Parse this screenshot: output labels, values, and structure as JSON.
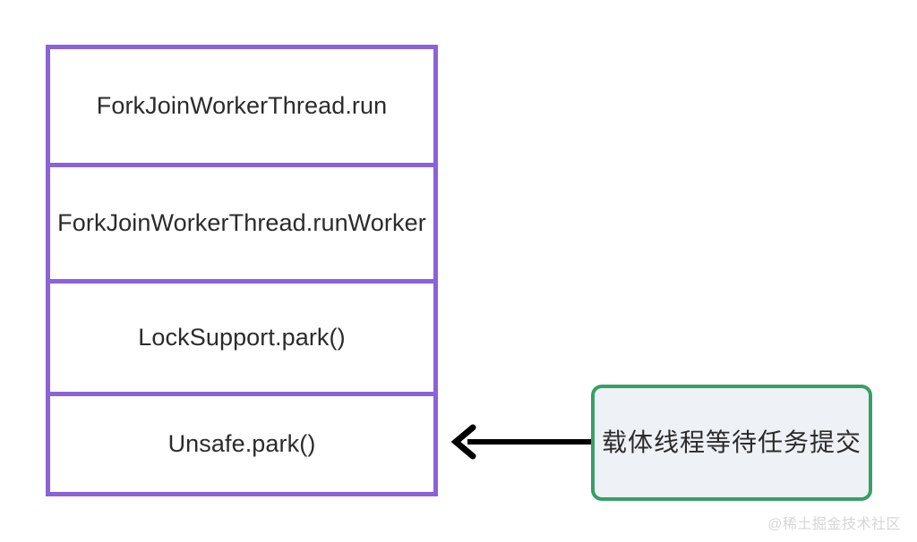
{
  "diagram": {
    "title": "ForkJoinWorkerThread park stack",
    "colors": {
      "stack_border": "#8b62d9",
      "stack_fill": "#ffffff",
      "callout_border": "#36a065",
      "callout_fill": "#eef1f6",
      "arrow": "#000000",
      "text": "#2b2b2b",
      "background": "#ffffff",
      "watermark": "#d6d6d6"
    },
    "stack": {
      "name": "call-stack",
      "frames": [
        {
          "label": "ForkJoinWorkerThread.run"
        },
        {
          "label": "ForkJoinWorkerThread.runWorker"
        },
        {
          "label": "LockSupport.park()"
        },
        {
          "label": "Unsafe.park()"
        }
      ]
    },
    "arrow": {
      "name": "annotation-arrow",
      "direction": "left",
      "from": "callout",
      "to": "stack-frame-4"
    },
    "callout": {
      "name": "carrier-thread-note",
      "text": "载体线程等待任务提交"
    },
    "watermark": {
      "text": "@稀土掘金技术社区"
    }
  }
}
